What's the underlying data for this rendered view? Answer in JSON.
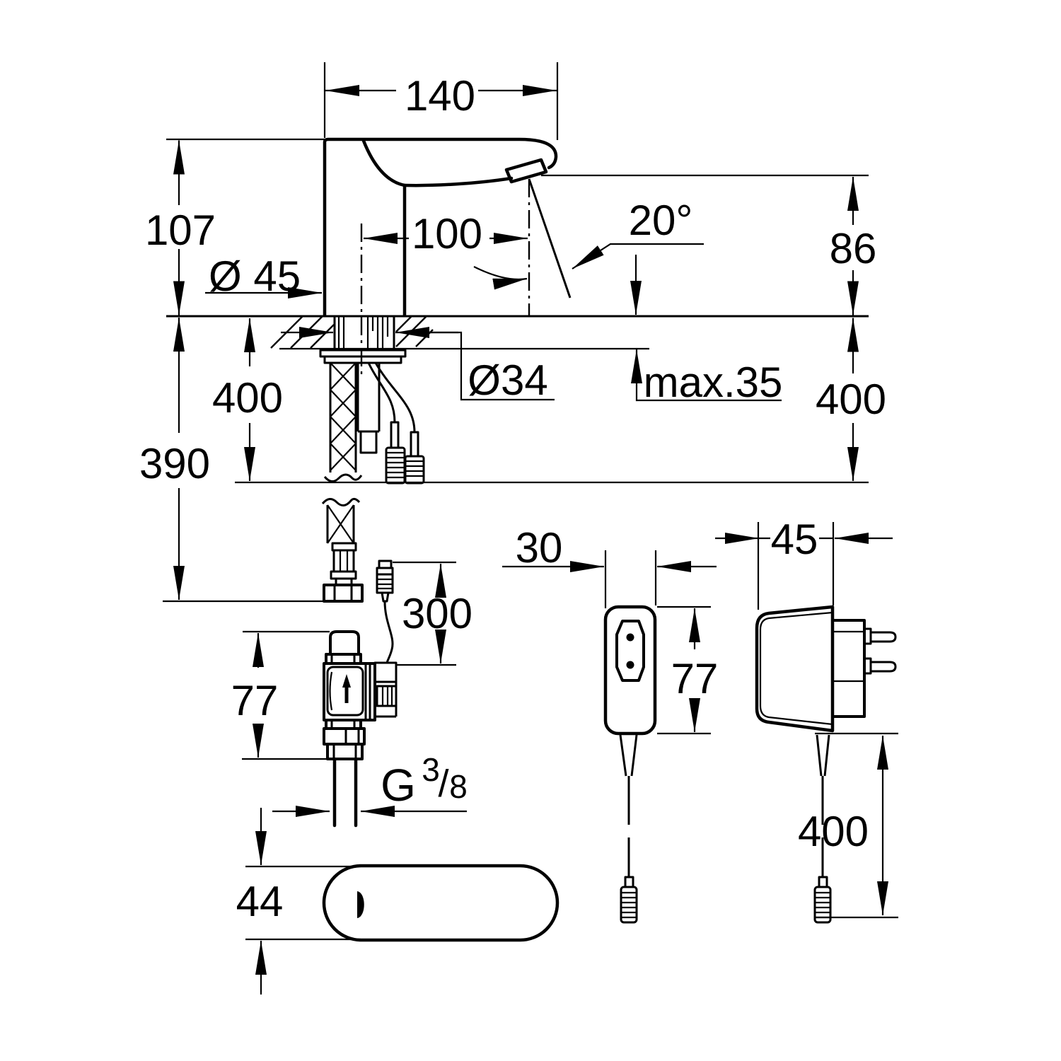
{
  "drawing": {
    "labels": {
      "spout_reach": "140",
      "body_height": "107",
      "base_diameter": "Ø 45",
      "sensor_distance": "100",
      "spout_angle": "20°",
      "outlet_height": "86",
      "hole_diameter": "Ø34",
      "max_mounting_thickness": "max.35",
      "right_drop": "400",
      "left_drop": "400",
      "supply_hose_length": "390",
      "valve_cable_length": "300",
      "valve_height": "77",
      "thread_letter": "G",
      "thread_numerator": "3",
      "thread_slash": "/",
      "thread_denominator": "8",
      "base_width": "44",
      "psu_width": "30",
      "psu_height": "77",
      "psu_depth": "45",
      "psu_cable_length": "400"
    }
  }
}
